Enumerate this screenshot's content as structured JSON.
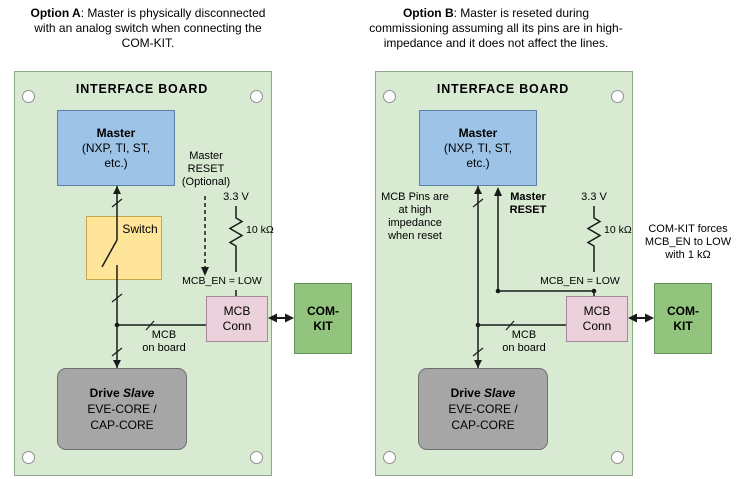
{
  "colors": {
    "board_fill": "#d9ead3",
    "board_border": "#8fa888",
    "master_fill": "#9dc3e6",
    "master_border": "#5b7fa6",
    "switch_fill": "#ffe599",
    "switch_border": "#c2a94e",
    "connector_fill": "#ead1dc",
    "connector_border": "#a8879b",
    "comkit_fill": "#93c47d",
    "comkit_border": "#62945a",
    "slave_fill": "#a6a6a6",
    "slave_border": "#6f6f6f",
    "wire": "#1a1a1a"
  },
  "icons": {
    "screw_hole": "white circle",
    "pullup_resistor": "zigzag resistor symbol",
    "analog_switch": "open SPST switch symbol",
    "bus_slash": "bus-width slash mark",
    "bidirectional_arrow": "double-headed arrow",
    "reset_arrow": "arrowhead"
  },
  "option_a": {
    "header": {
      "bold": "Option A",
      "rest": ": Master is physically disconnected",
      "line2": "with an analog switch when connecting the",
      "line3": "COM-KIT."
    },
    "board_title": "INTERFACE BOARD",
    "master": {
      "title": "Master",
      "line2": "(NXP, TI, ST,",
      "line3": "etc.)"
    },
    "switch_label": "Switch",
    "reset_note": {
      "line1": "Master",
      "line2": "RESET",
      "line3": "(Optional)"
    },
    "supply_label": "3.3 V",
    "pullup_label": "10 kΩ",
    "mcb_en_label": "MCB_EN = LOW",
    "mcb_conn": {
      "line1": "MCB",
      "line2": "Conn"
    },
    "comkit": {
      "line1": "COM-",
      "line2": "KIT"
    },
    "mcb_bus_note": {
      "line1": "MCB",
      "line2": "on board"
    },
    "slave": {
      "bold": "Drive",
      "italic": "Slave",
      "line2": "EVE-CORE /",
      "line3": "CAP-CORE"
    }
  },
  "option_b": {
    "header": {
      "bold": "Option B",
      "rest": ": Master is reseted during",
      "line2": "commissioning assuming all its pins are in high-",
      "line3": "impedance and it does not affect the lines."
    },
    "board_title": "INTERFACE BOARD",
    "master": {
      "title": "Master",
      "line2": "(NXP, TI, ST,",
      "line3": "etc.)"
    },
    "pins_note": {
      "line1": "MCB Pins are",
      "line2": "at high",
      "line3": "impedance",
      "line4": "when reset"
    },
    "reset_note": {
      "line1": "Master",
      "line2": "RESET"
    },
    "supply_label": "3.3 V",
    "pullup_label": "10 kΩ",
    "comkit_note": {
      "line1": "COM-KIT forces",
      "line2": "MCB_EN to LOW",
      "line3": "with 1 kΩ"
    },
    "mcb_en_label": "MCB_EN = LOW",
    "mcb_conn": {
      "line1": "MCB",
      "line2": "Conn"
    },
    "comkit": {
      "line1": "COM-",
      "line2": "KIT"
    },
    "mcb_bus_note": {
      "line1": "MCB",
      "line2": "on board"
    },
    "slave": {
      "bold": "Drive",
      "italic": "Slave",
      "line2": "EVE-CORE /",
      "line3": "CAP-CORE"
    }
  }
}
